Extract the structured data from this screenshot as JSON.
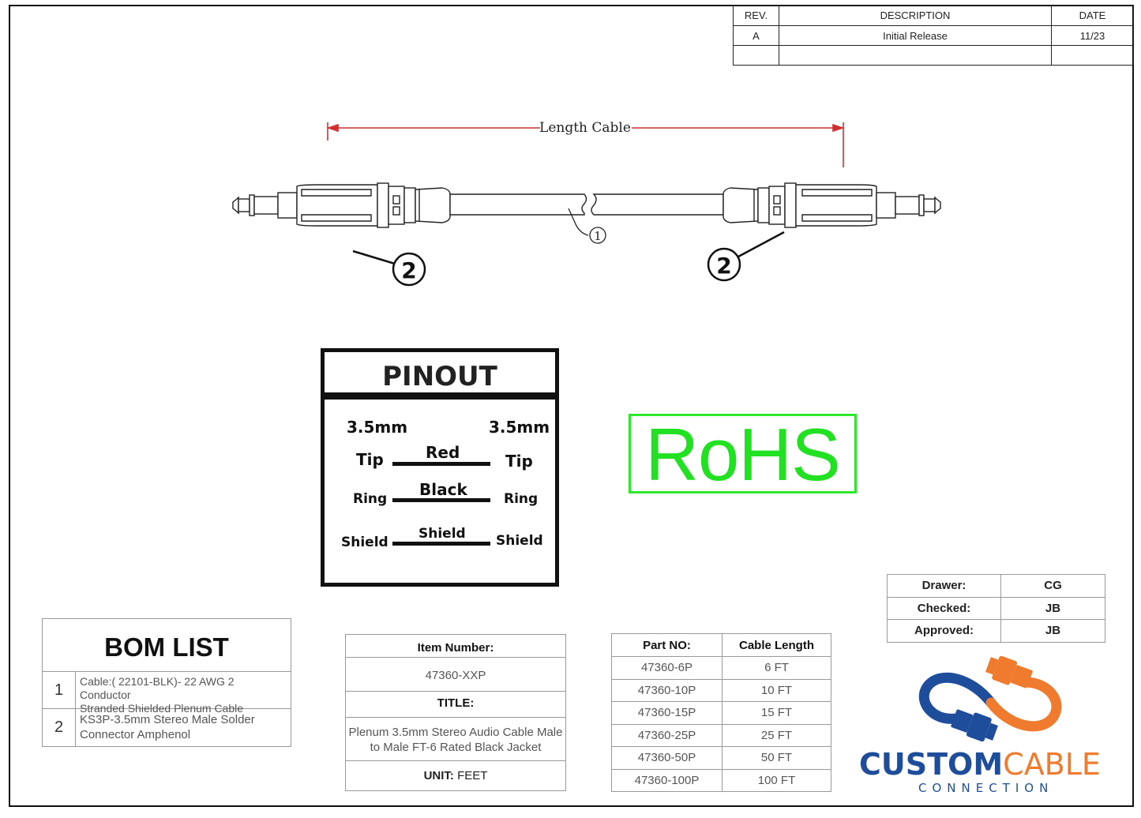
{
  "revision_table": {
    "headers": [
      "REV.",
      "DESCRIPTION",
      "DATE"
    ],
    "rows": [
      [
        "A",
        "Initial Release",
        "11/23"
      ],
      [
        "",
        "",
        ""
      ]
    ]
  },
  "drawing": {
    "dimension_label": "Length Cable",
    "callout_cable": "1",
    "callout_connector": "2"
  },
  "pinout": {
    "title": "PINOUT",
    "left_header": "3.5mm",
    "right_header": "3.5mm",
    "rows": [
      {
        "left": "Tip",
        "wire": "Red",
        "right": "Tip"
      },
      {
        "left": "Ring",
        "wire": "Black",
        "right": "Ring"
      },
      {
        "left": "Shield",
        "wire": "Shield",
        "right": "Shield"
      }
    ]
  },
  "rohs": {
    "label": "RoHS",
    "color": "#22e022"
  },
  "bom": {
    "title": "BOM LIST",
    "items": [
      {
        "num": "1",
        "desc_line1": "Cable:( 22101-BLK)- 22 AWG 2 Conductor",
        "desc_line2": "Stranded Shielded Plenum Cable"
      },
      {
        "num": "2",
        "desc_line1": "KS3P-3.5mm Stereo Male Solder",
        "desc_line2": "Connector Amphenol"
      }
    ]
  },
  "item_box": {
    "item_number_label": "Item Number:",
    "item_number": "47360-XXP",
    "title_label": "TITLE:",
    "title_line1": "Plenum 3.5mm Stereo Audio Cable Male",
    "title_line2": "to Male FT-6 Rated Black Jacket",
    "unit_label": "UNIT:",
    "unit_value": "FEET"
  },
  "parts_table": {
    "headers": [
      "Part NO:",
      "Cable Length"
    ],
    "rows": [
      [
        "47360-6P",
        "6 FT"
      ],
      [
        "47360-10P",
        "10 FT"
      ],
      [
        "47360-15P",
        "15 FT"
      ],
      [
        "47360-25P",
        "25 FT"
      ],
      [
        "47360-50P",
        "50 FT"
      ],
      [
        "47360-100P",
        "100 FT"
      ]
    ]
  },
  "signoff": {
    "rows": [
      [
        "Drawer:",
        "CG"
      ],
      [
        "Checked:",
        "JB"
      ],
      [
        "Approved:",
        "JB"
      ]
    ]
  },
  "logo": {
    "word1": "CUSTOM",
    "word2": "CABLE",
    "sub": "CONNECTION",
    "blue": "#1e4d9b",
    "orange": "#f07a2e"
  }
}
